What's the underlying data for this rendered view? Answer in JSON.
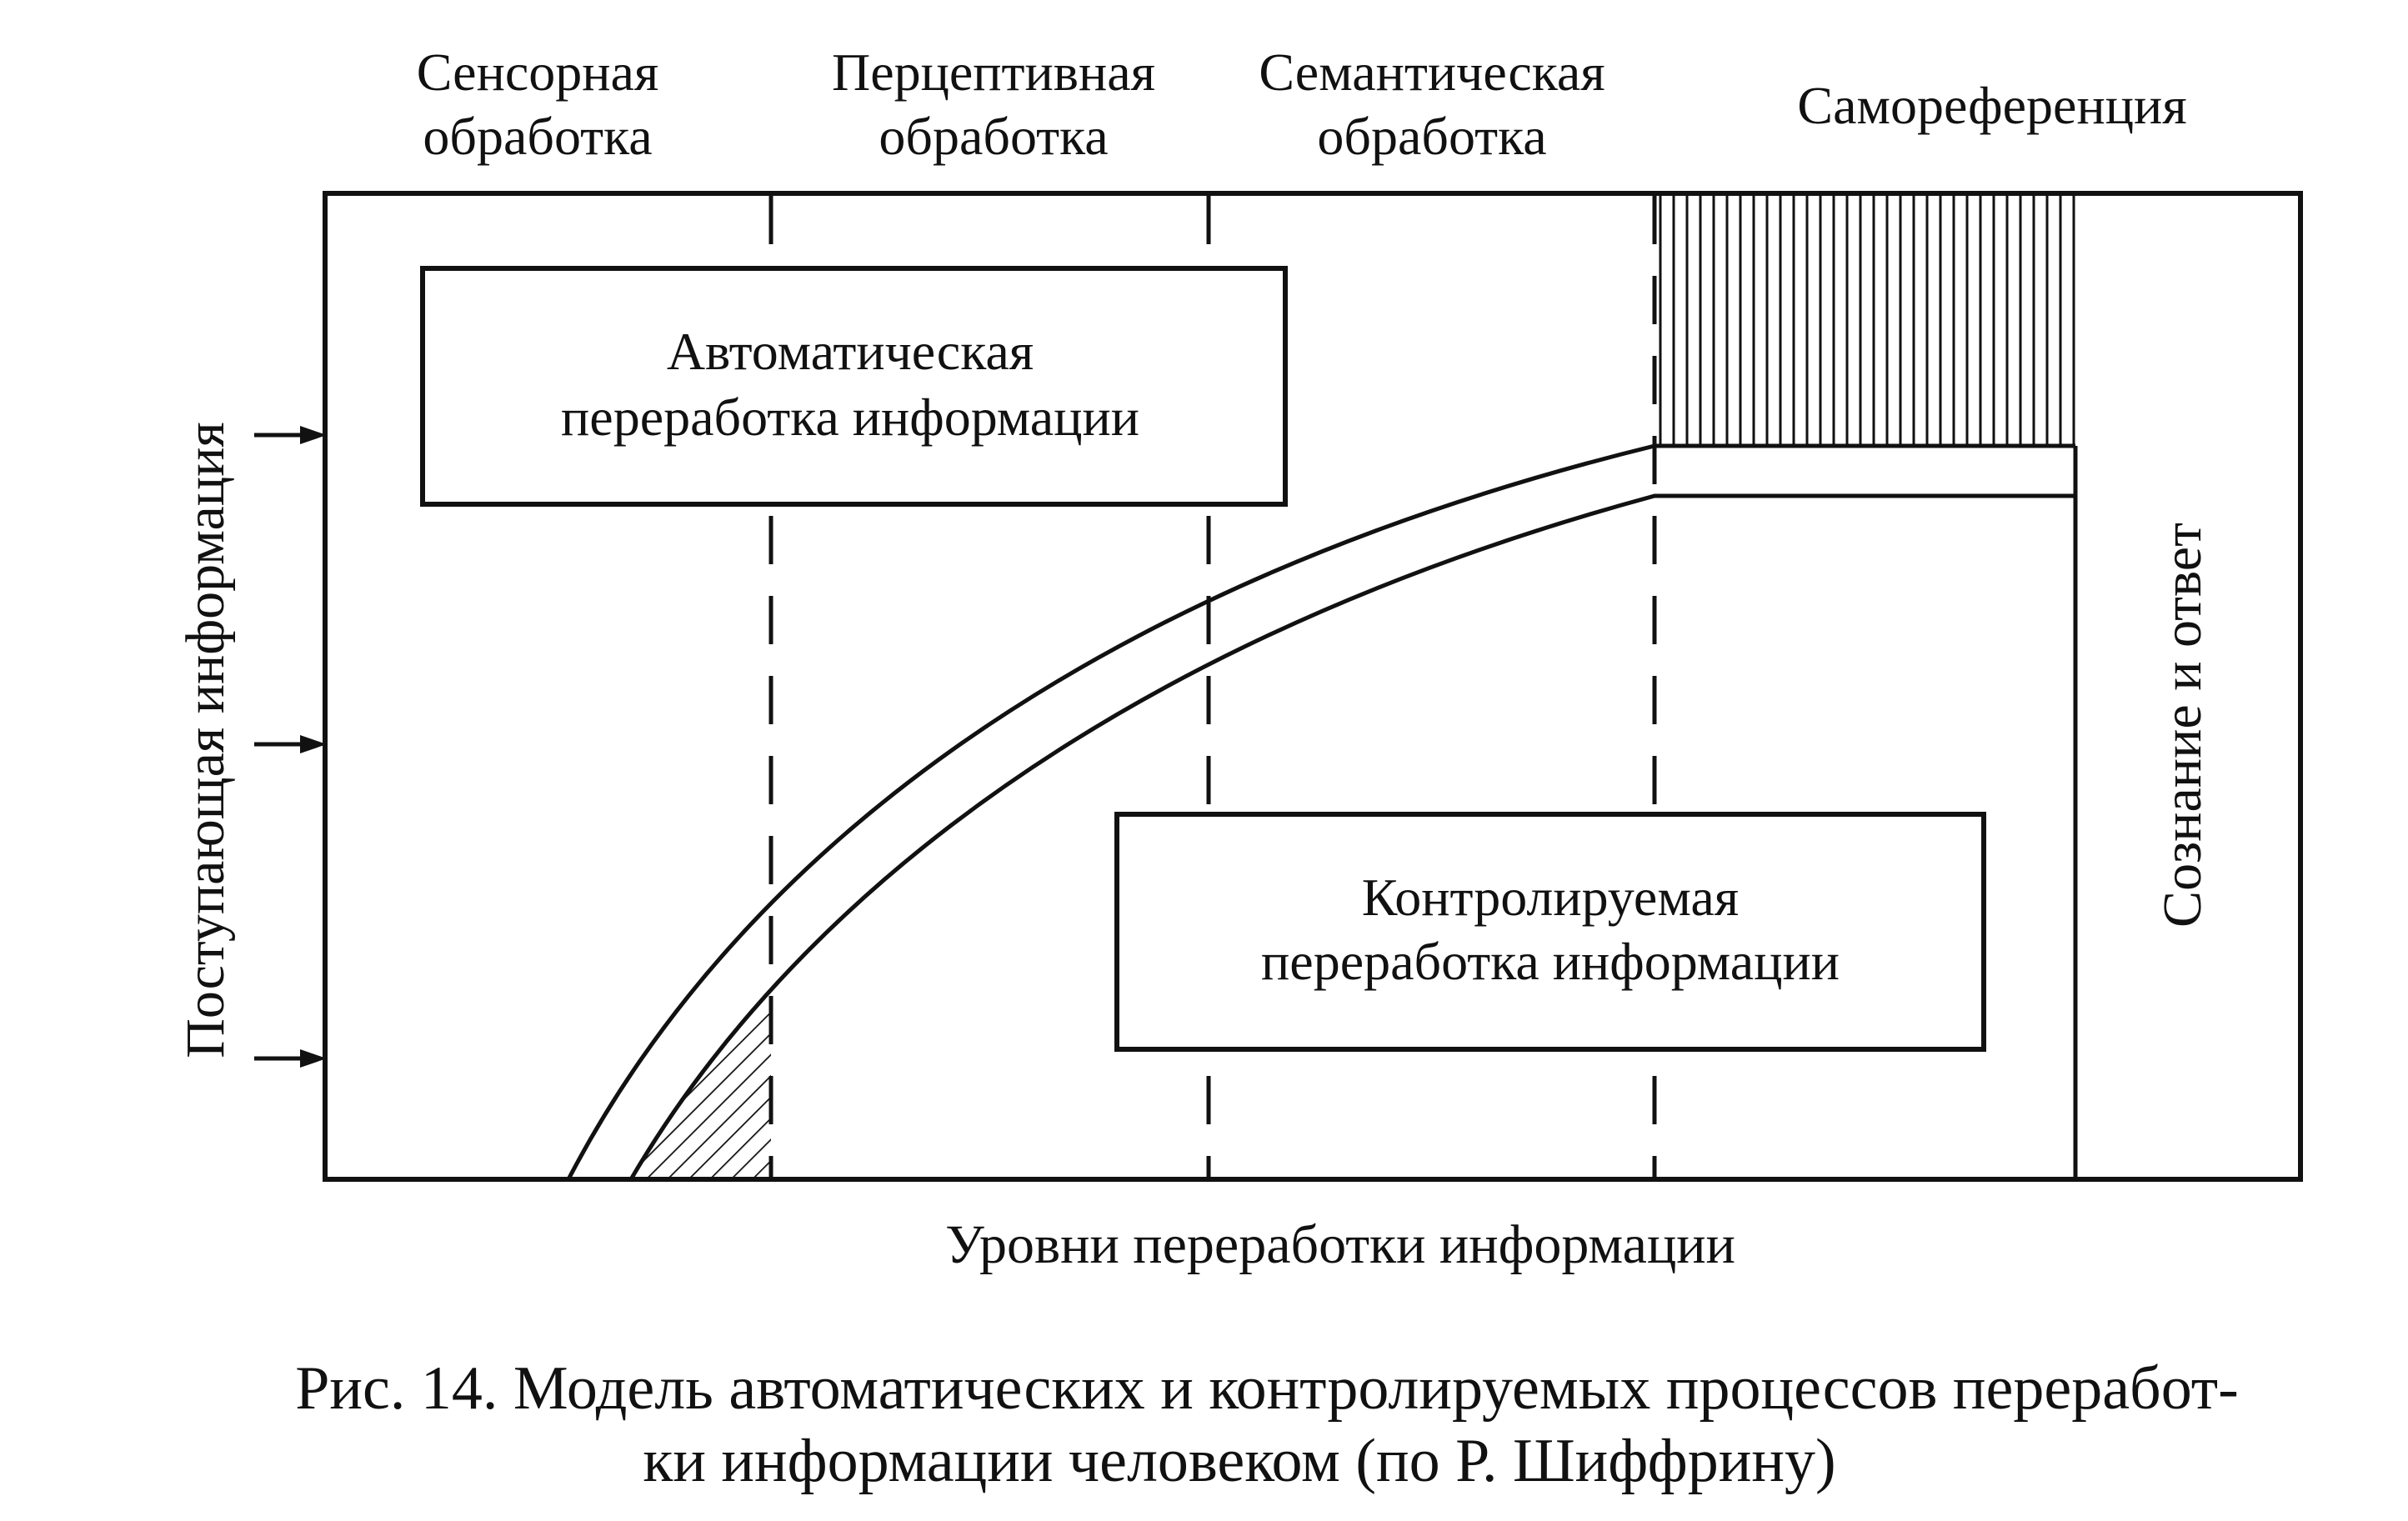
{
  "stages": [
    {
      "line1": "Сенсорная",
      "line2": "обработка"
    },
    {
      "line1": "Перцептивная",
      "line2": "обработка"
    },
    {
      "line1": "Семантическая",
      "line2": "обработка"
    },
    {
      "line1": "Самореференция",
      "line2": ""
    }
  ],
  "automatic_box": {
    "line1": "Автоматическая",
    "line2": "переработка информации"
  },
  "controlled_box": {
    "line1": "Контролируемая",
    "line2": "переработка информации"
  },
  "right_column_label": "Сознание и ответ",
  "y_axis_label": "Поступающая информация",
  "x_axis_label": "Уровни переработки информации",
  "caption": {
    "line1": "Рис. 14. Модель автоматических и контролируемых процессов переработ-",
    "line2": "ки информации человеком (по Р. Шиффрину)"
  }
}
